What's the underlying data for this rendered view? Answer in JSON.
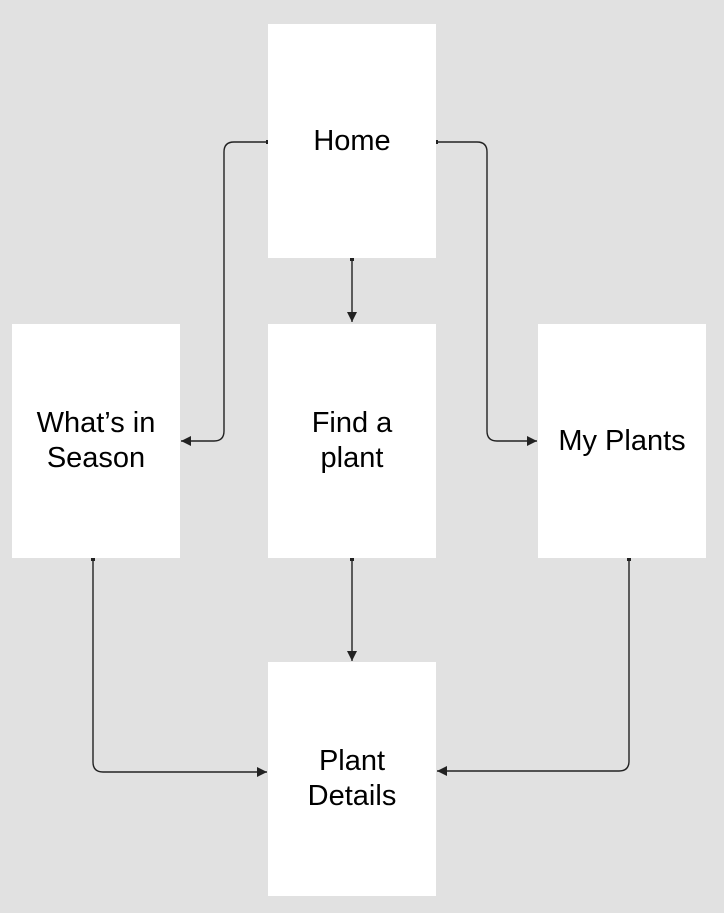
{
  "diagram": {
    "type": "flowchart",
    "background_color": "#e1e1e1",
    "node_fill_color": "#ffffff",
    "text_color": "#000000",
    "connector_color": "#222222",
    "nodes": [
      {
        "id": "home",
        "label": "Home"
      },
      {
        "id": "whats-in-season",
        "label": "What’s in\nSeason"
      },
      {
        "id": "find-a-plant",
        "label": "Find a\nplant"
      },
      {
        "id": "my-plants",
        "label": "My Plants"
      },
      {
        "id": "plant-details",
        "label": "Plant\nDetails"
      }
    ],
    "edges": [
      {
        "from": "home",
        "to": "find-a-plant"
      },
      {
        "from": "home",
        "to": "whats-in-season"
      },
      {
        "from": "home",
        "to": "my-plants"
      },
      {
        "from": "find-a-plant",
        "to": "plant-details"
      },
      {
        "from": "whats-in-season",
        "to": "plant-details"
      },
      {
        "from": "my-plants",
        "to": "plant-details"
      }
    ]
  }
}
